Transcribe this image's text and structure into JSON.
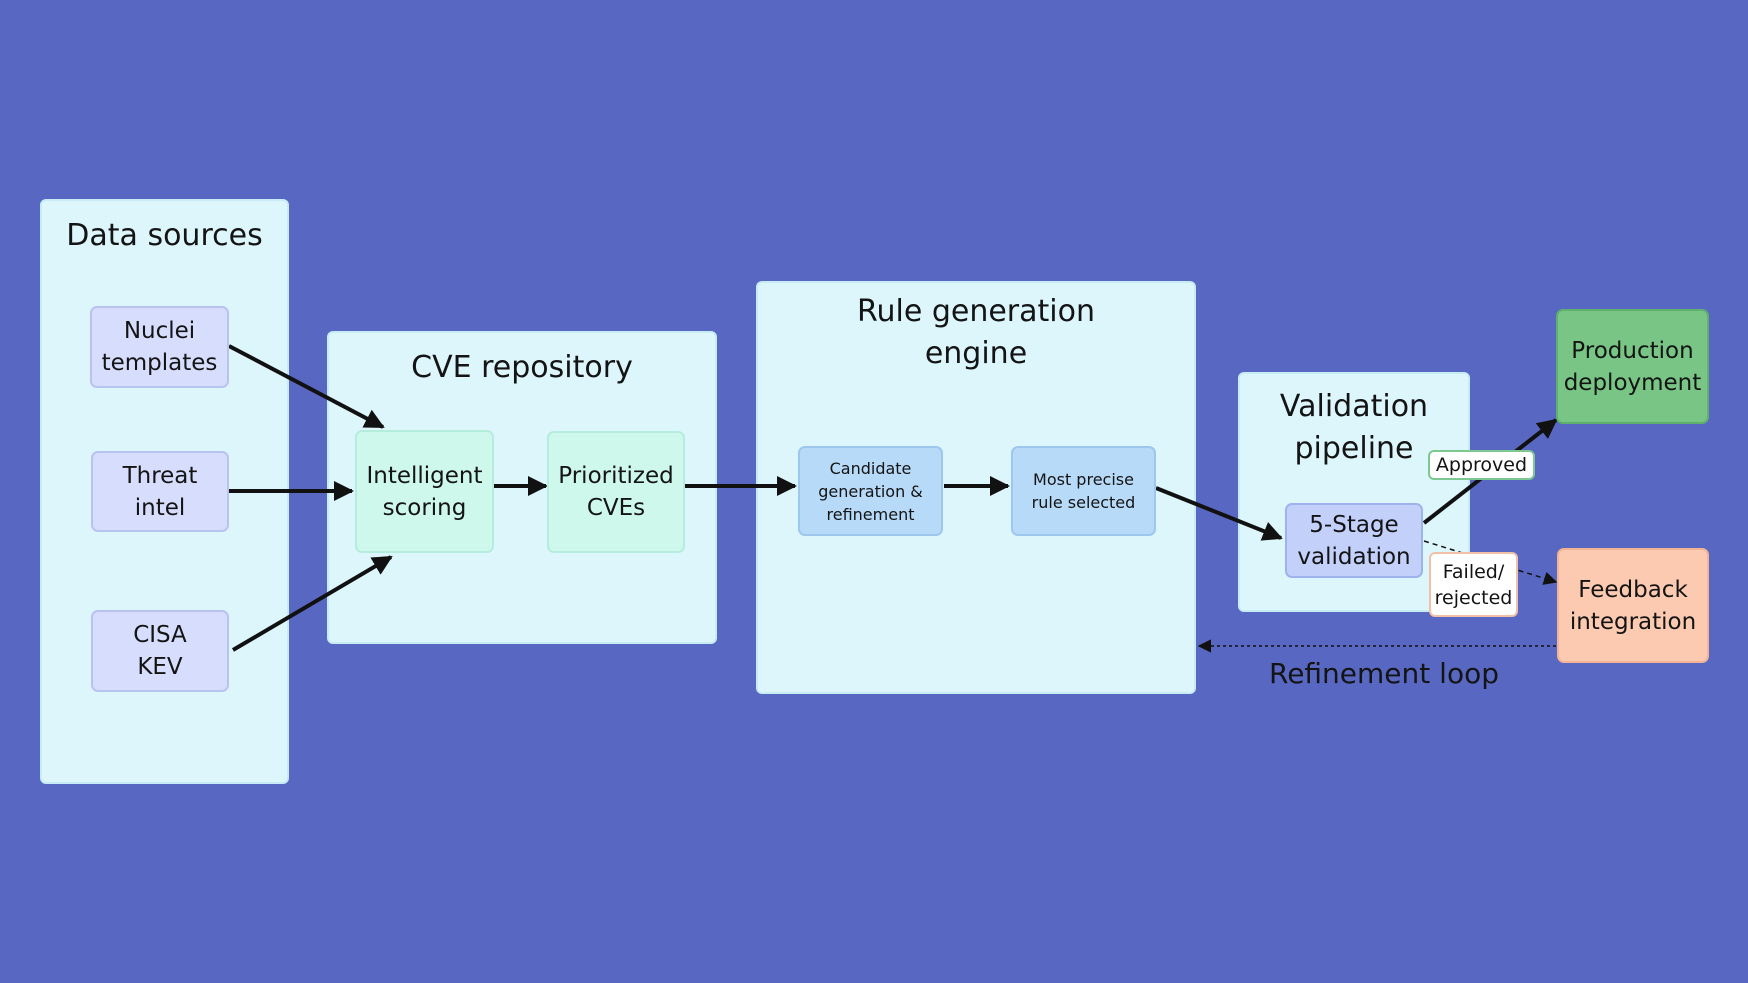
{
  "panels": {
    "data_sources": "Data sources",
    "cve_repository": "CVE repository",
    "rule_engine": "Rule generation\nengine",
    "validation": "Validation\npipeline"
  },
  "nodes": {
    "nuclei": "Nuclei\ntemplates",
    "threat": "Threat\nintel",
    "cisa": "CISA\nKEV",
    "scoring": "Intelligent\nscoring",
    "prioritized": "Prioritized\nCVEs",
    "candidate": "Candidate\ngeneration &\nrefinement",
    "precise": "Most precise\nrule selected",
    "stage5": "5-Stage\nvalidation",
    "production": "Production\ndeployment",
    "feedback": "Feedback\nintegration"
  },
  "edge_labels": {
    "approved": "Approved",
    "failed": "Failed/\nrejected",
    "loop": "Refinement loop"
  },
  "colors": {
    "background": "#5868c2",
    "panel": "#dcf6fc",
    "source_node": "#d7ddfc",
    "mint_node": "#cff8ec",
    "engine_node": "#b7daf8",
    "validation_node": "#c2d0fa",
    "production": "#79c586",
    "feedback": "#fbcab1",
    "arrow": "#111111"
  }
}
